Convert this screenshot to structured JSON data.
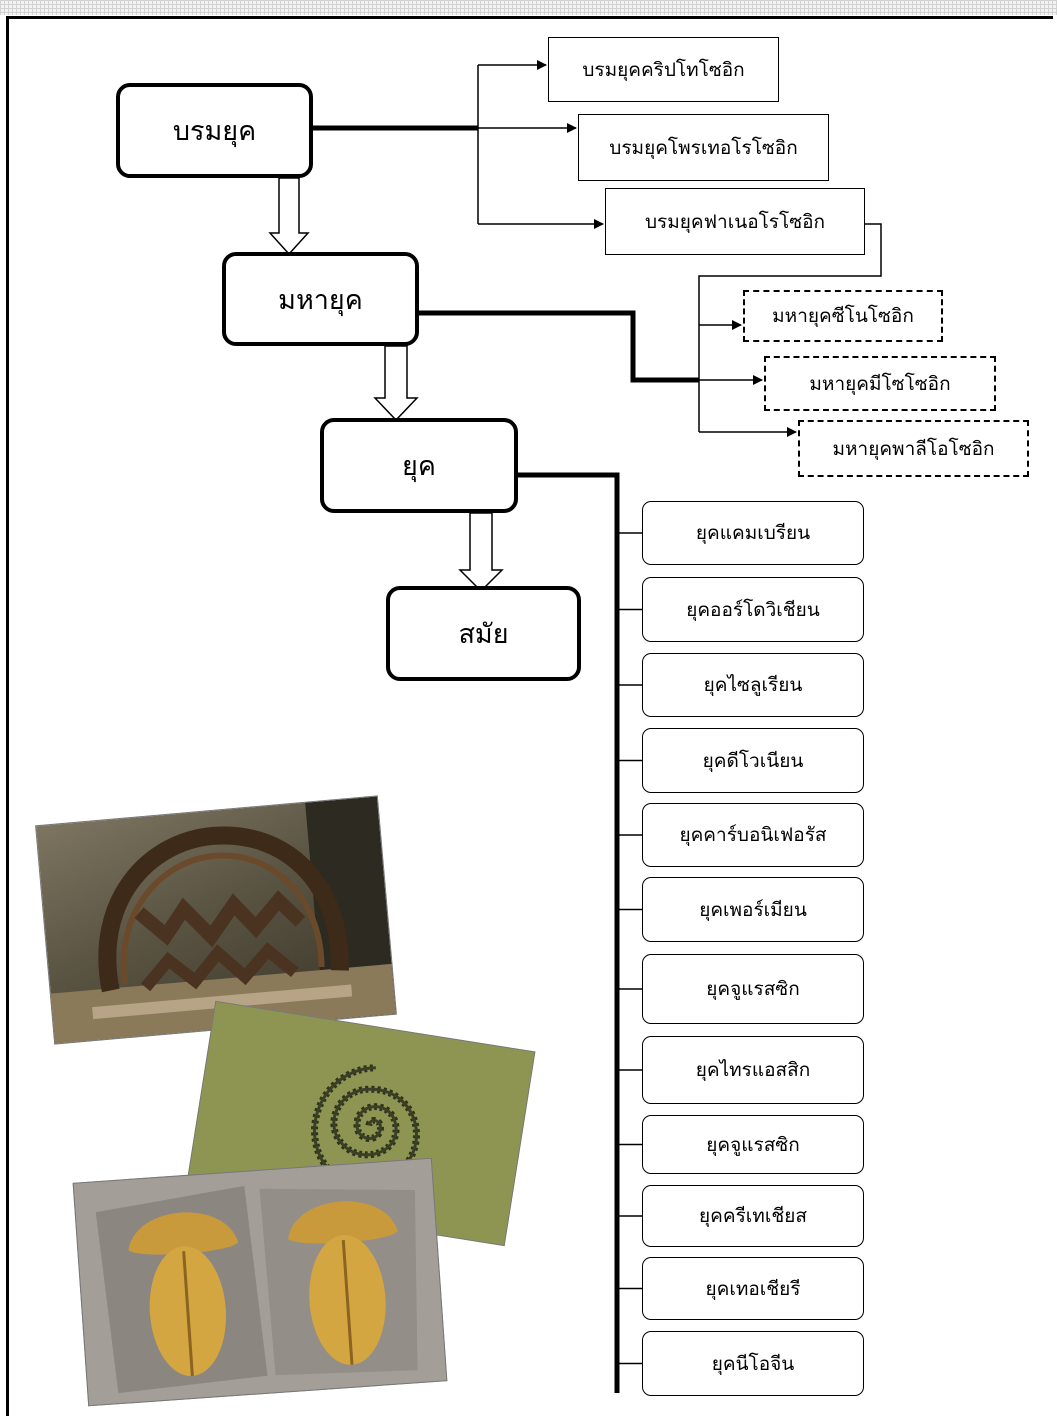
{
  "hierarchy": {
    "eon": "บรมยุค",
    "era": "มหายุค",
    "period": "ยุค",
    "epoch": "สมัย"
  },
  "eons": [
    "บรมยุคคริปโทโซอิก",
    "บรมยุคโพรเทอโรโซอิก",
    "บรมยุคฟาเนอโรโซอิก"
  ],
  "eras": [
    "มหายุคซีโนโซอิก",
    "มหายุคมีโซโซอิก",
    "มหายุคพาลีโอโซอิก"
  ],
  "periods": [
    "ยุคแคมเบรียน",
    "ยุคออร์โดวิเชียน",
    "ยุคไซลูเรียน",
    "ยุคดีโวเนียน",
    "ยุคคาร์บอนิเฟอรัส",
    "ยุคเพอร์เมียน",
    "ยุคจูแรสซิก",
    "ยุคไทรแอสสิก",
    "ยุคจูแรสซิก",
    "ยุคครีเทเชียส",
    "ยุคเทอเชียรี",
    "ยุคนีโอจีน"
  ],
  "photos": [
    "fossil-skull",
    "fossil-spiral",
    "trilobite-fossils"
  ]
}
